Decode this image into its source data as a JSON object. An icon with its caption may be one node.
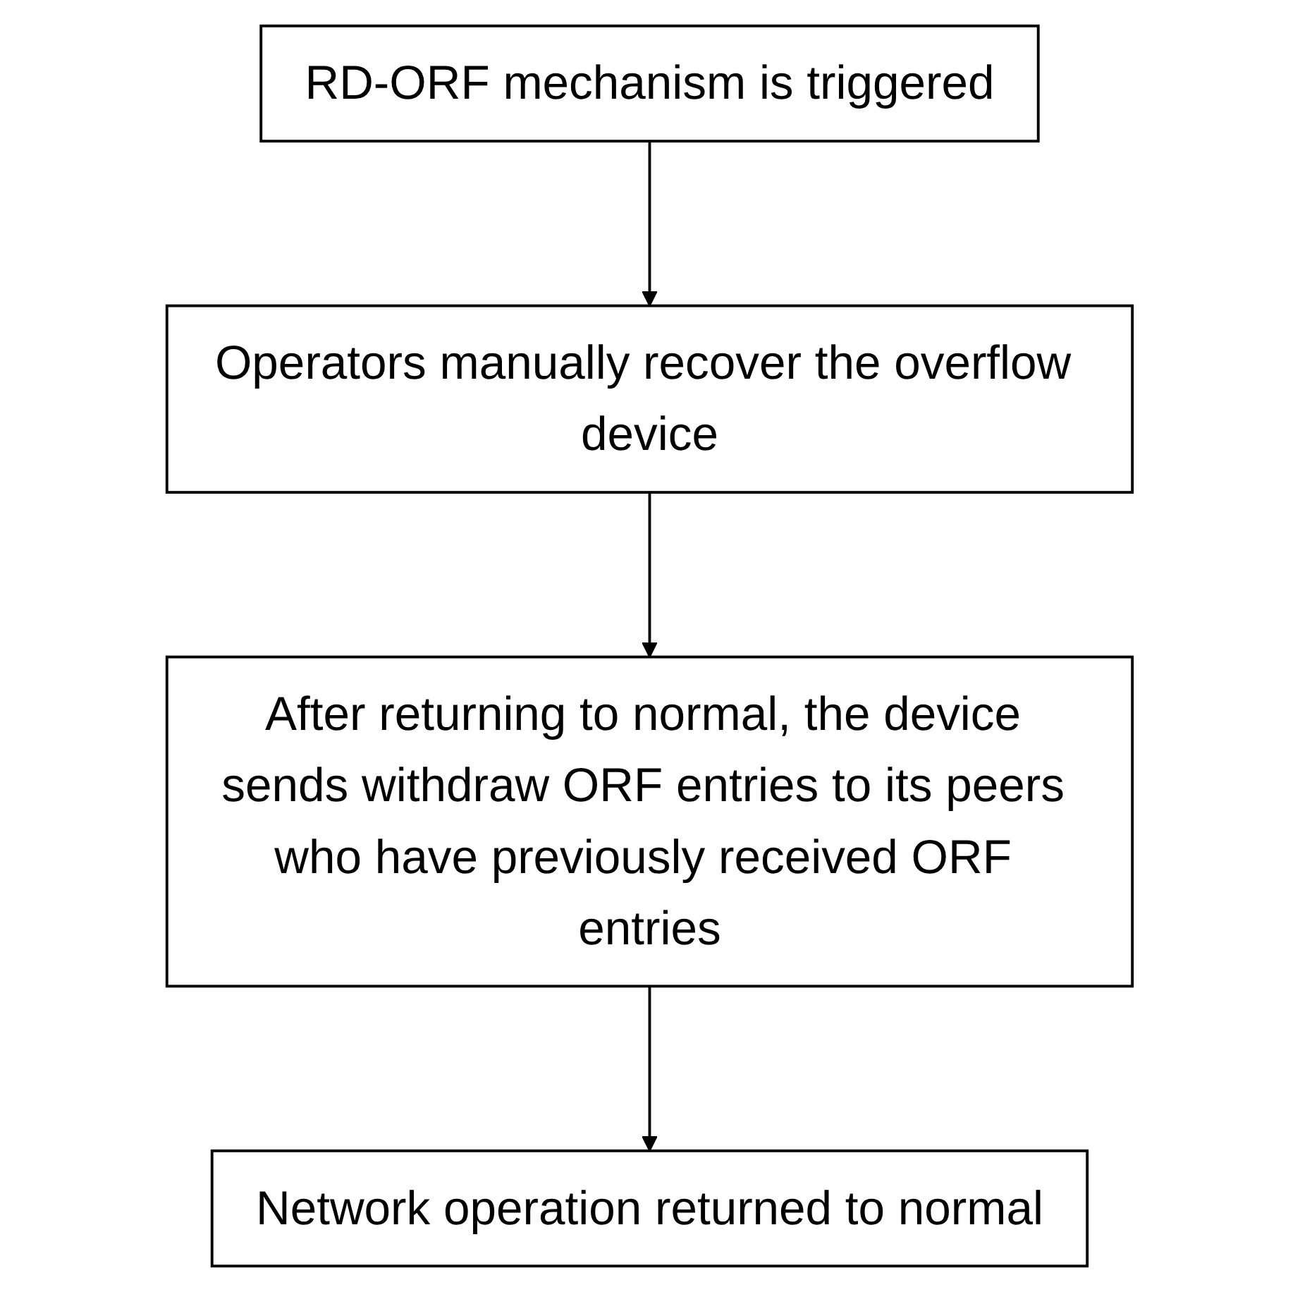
{
  "diagram": {
    "nodes": [
      {
        "text": [
          "RD-ORF mechanism is triggered"
        ]
      },
      {
        "text": [
          "Operators manually recover the overflow device"
        ]
      },
      {
        "text": [
          "After returning to normal, the device sends withdraw ORF entries to its peers who have previously received ORF entries"
        ]
      },
      {
        "text": [
          "Network operation returned to normal"
        ]
      }
    ],
    "edges": [
      {
        "from": 0,
        "to": 1,
        "arrow": "to"
      },
      {
        "from": 1,
        "to": 2,
        "arrow": "to"
      },
      {
        "from": 2,
        "to": 3,
        "arrow": "to"
      }
    ]
  }
}
